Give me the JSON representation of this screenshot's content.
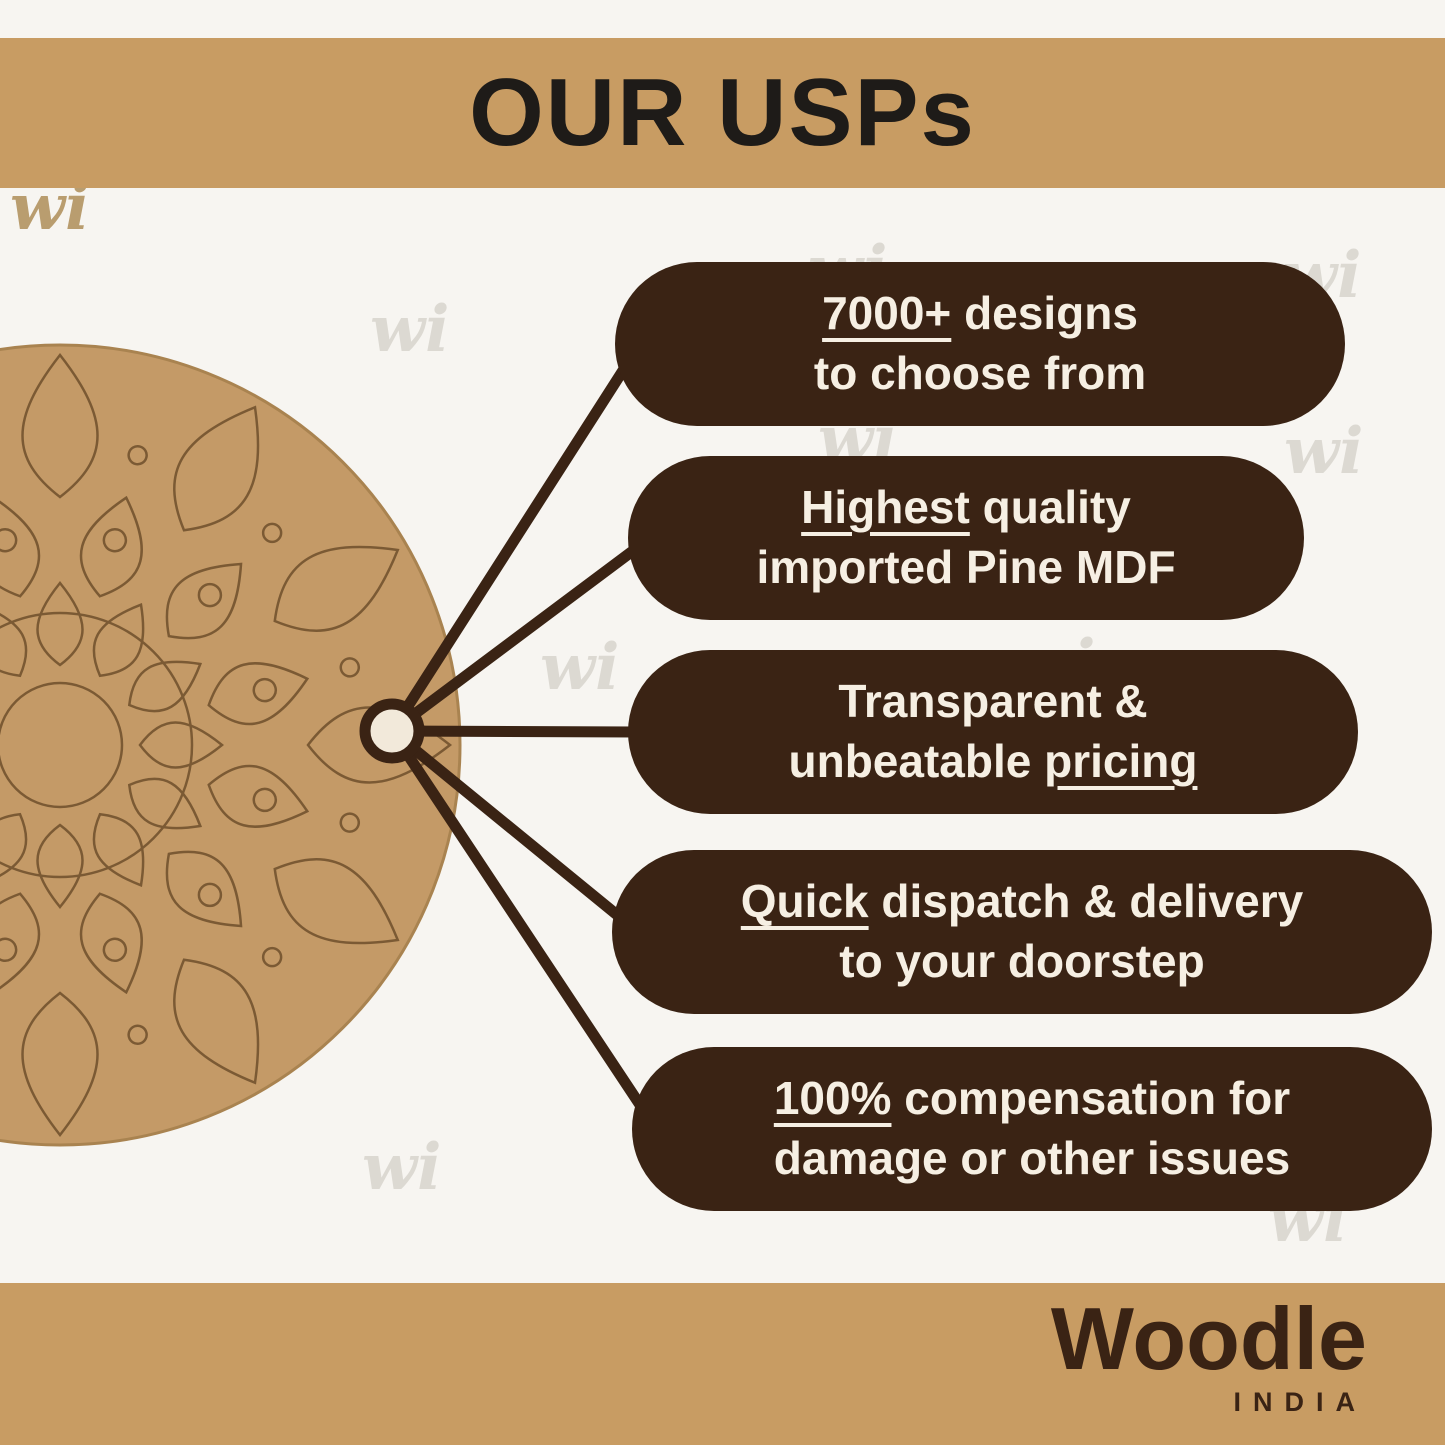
{
  "header": {
    "title": "OUR USPs"
  },
  "watermark": {
    "text": "wi"
  },
  "pills": [
    {
      "lines": [
        [
          {
            "t": "7000+",
            "u": true
          },
          {
            "t": " designs",
            "u": false
          }
        ],
        [
          {
            "t": "to choose from",
            "u": false
          }
        ]
      ]
    },
    {
      "lines": [
        [
          {
            "t": "Highest",
            "u": true
          },
          {
            "t": " quality",
            "u": false
          }
        ],
        [
          {
            "t": "imported Pine MDF",
            "u": false
          }
        ]
      ]
    },
    {
      "lines": [
        [
          {
            "t": "Transparent &",
            "u": false
          }
        ],
        [
          {
            "t": "unbeatable ",
            "u": false
          },
          {
            "t": "pricing",
            "u": true
          }
        ]
      ]
    },
    {
      "lines": [
        [
          {
            "t": "Quick",
            "u": true
          },
          {
            "t": " dispatch & delivery",
            "u": false
          }
        ],
        [
          {
            "t": "to your doorstep",
            "u": false
          }
        ]
      ]
    },
    {
      "lines": [
        [
          {
            "t": "100%",
            "u": true
          },
          {
            "t": " compensation for",
            "u": false
          }
        ],
        [
          {
            "t": "damage or other issues",
            "u": false
          }
        ]
      ]
    }
  ],
  "footer": {
    "brand": "Woodle",
    "sub": "INDIA"
  },
  "colors": {
    "band": "#c89c63",
    "pill_background": "#3a2314",
    "pill_text": "#f6efe3",
    "board": "#c49a67",
    "engraving": "#7b5a34",
    "title_text": "#1e1b18",
    "hub_fill": "#f2e9da"
  }
}
